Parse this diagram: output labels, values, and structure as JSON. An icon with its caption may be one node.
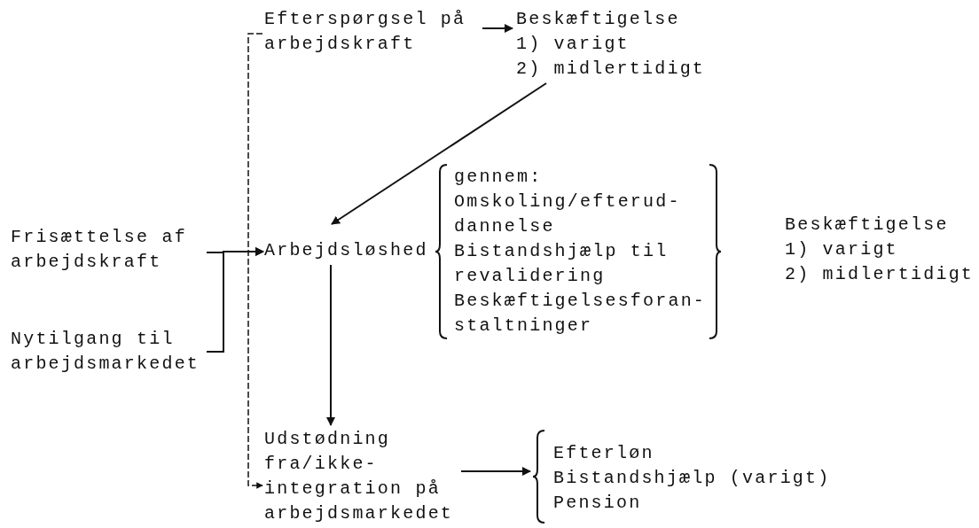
{
  "diagram": {
    "nodes": [
      {
        "text": [
          "Frisættelse af arbejdskraft"
        ]
      },
      {
        "text": [
          "Nytilgang til arbejdsmarkedet"
        ]
      },
      {
        "text": [
          "Efterspørgsel på arbejdskraft"
        ]
      },
      {
        "text": [
          "Beskæftigelse",
          "1) varigt",
          "2) midlertidigt"
        ]
      },
      {
        "text": [
          "Arbejdsløshed"
        ]
      },
      {
        "text": [
          "gennem:",
          "Omskoling/efterud- dannelse",
          "Bistandshjælp til revalidering",
          "Beskæftigelsesforan- staltninger"
        ]
      },
      {
        "text": [
          "Beskæftigelse",
          "1) varigt",
          "2) midlertidigt"
        ]
      },
      {
        "text": [
          "Udstødning fra/ikke- integration på arbejdsmarkedet"
        ]
      },
      {
        "text": [
          "Efterløn",
          "Bistandshjælp (varigt)",
          "Pension"
        ]
      }
    ],
    "edges": [
      {
        "from": 0,
        "to": 4,
        "arrow": "to"
      },
      {
        "from": 1,
        "to": 4,
        "arrow": "to"
      },
      {
        "from": 2,
        "to": 3,
        "arrow": "to"
      },
      {
        "from": 3,
        "to": 4,
        "arrow": "to"
      },
      {
        "from": 4,
        "to": 7,
        "arrow": "to"
      },
      {
        "from": 2,
        "to": 7,
        "arrow": "to",
        "style": "dashed"
      },
      {
        "from": 7,
        "to": 8,
        "arrow": "to"
      }
    ]
  }
}
